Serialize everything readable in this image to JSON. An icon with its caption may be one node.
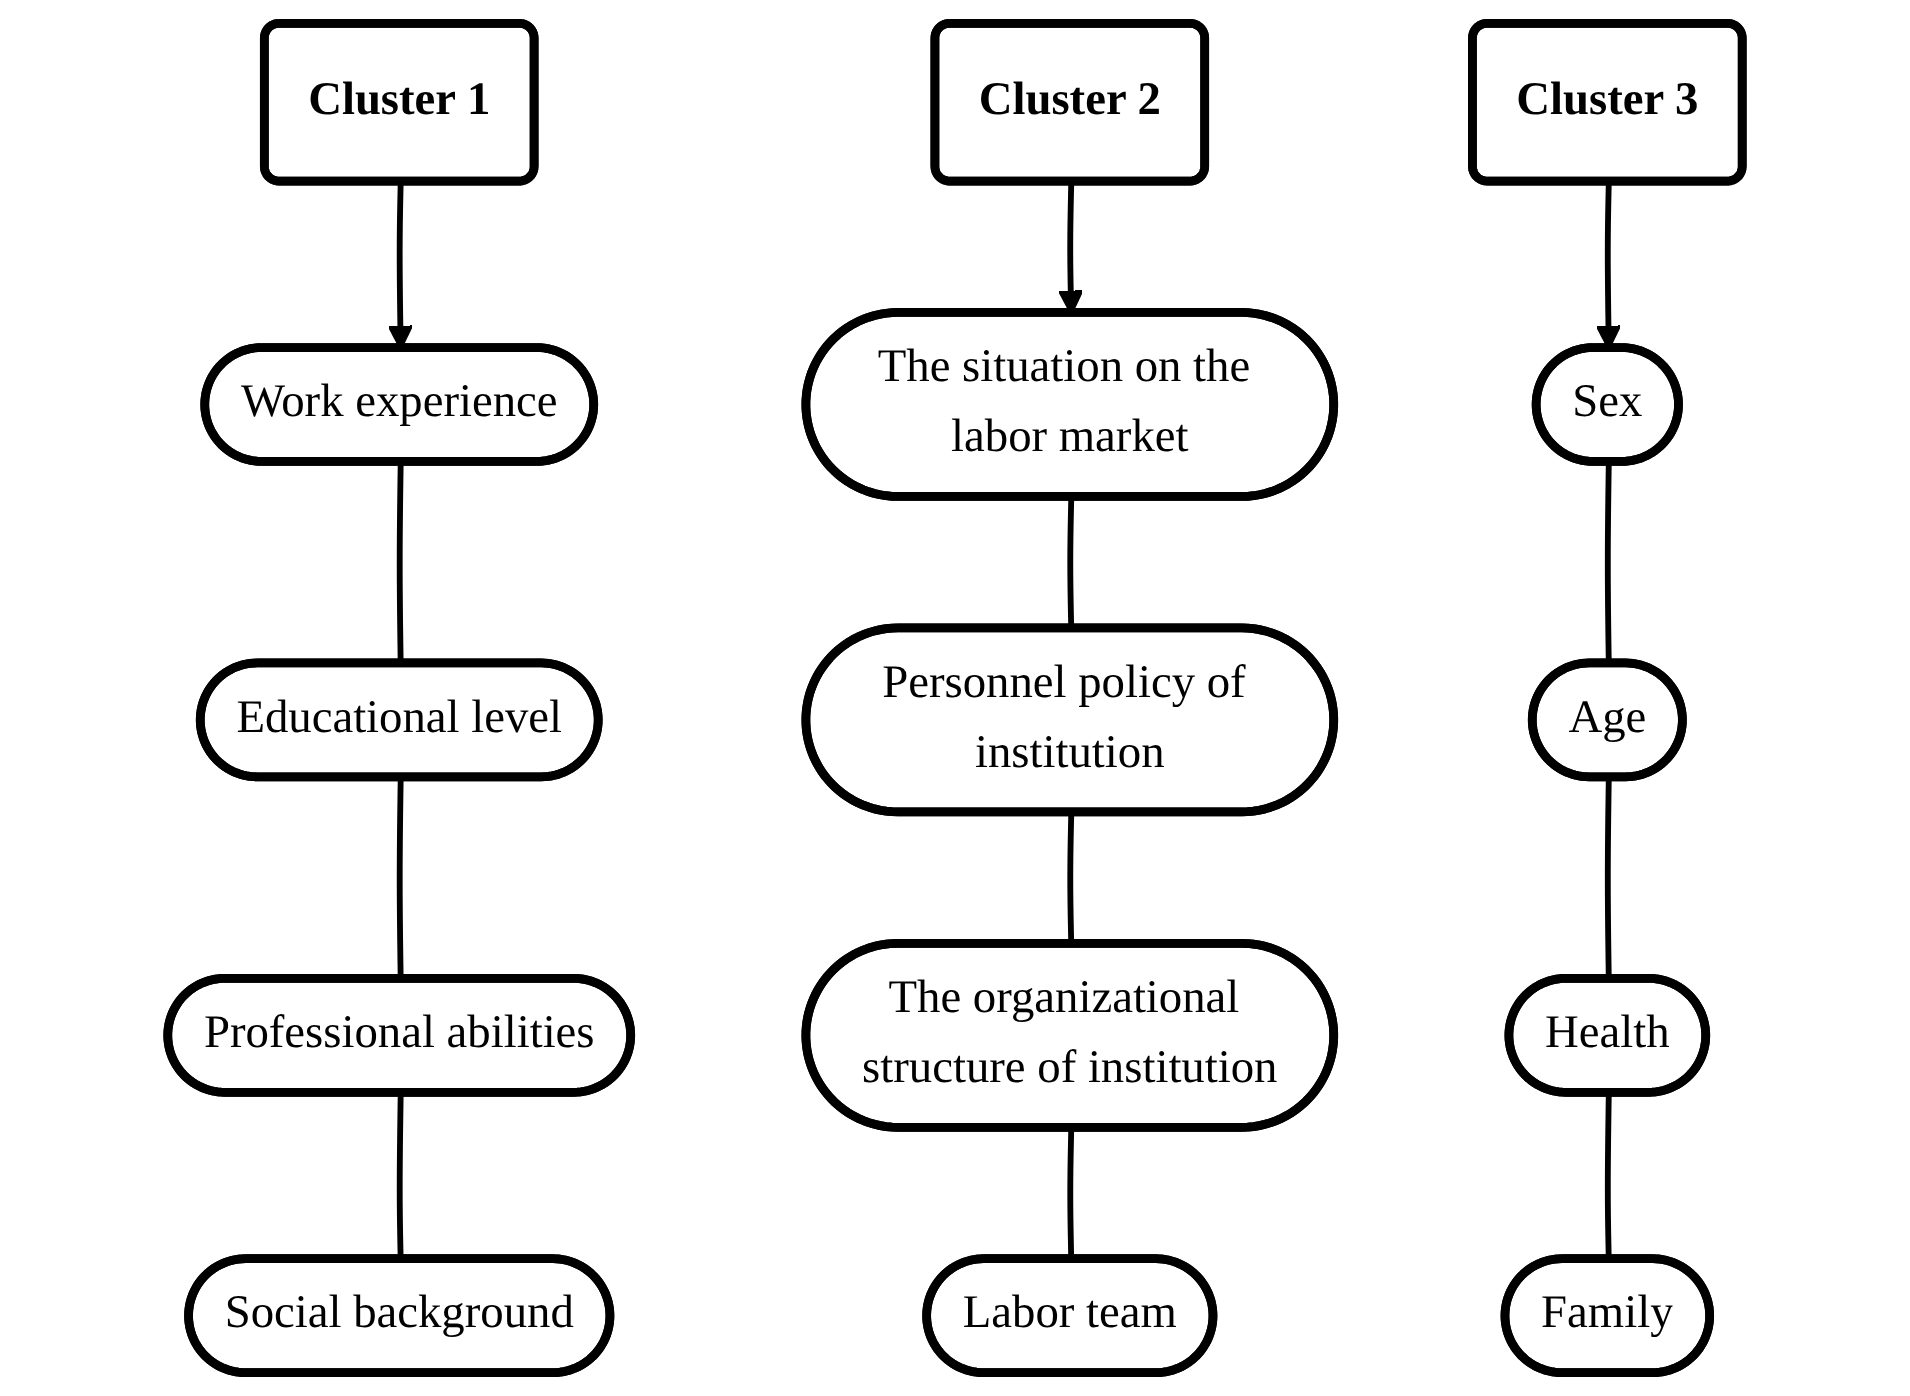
{
  "diagram": {
    "nodes": [
      {
        "text": [
          "Cluster 1"
        ]
      },
      {
        "text": [
          "Work experience"
        ]
      },
      {
        "text": [
          "Educational level"
        ]
      },
      {
        "text": [
          "Professional abilities"
        ]
      },
      {
        "text": [
          "Social background"
        ]
      },
      {
        "text": [
          "Cluster 2"
        ]
      },
      {
        "text": [
          "The situation on the labor market"
        ]
      },
      {
        "text": [
          "Personnel policy of institution"
        ]
      },
      {
        "text": [
          "The organizational structure of institution"
        ]
      },
      {
        "text": [
          "Labor team"
        ]
      },
      {
        "text": [
          "Cluster 3"
        ]
      },
      {
        "text": [
          "Sex"
        ]
      },
      {
        "text": [
          "Age"
        ]
      },
      {
        "text": [
          "Health"
        ]
      },
      {
        "text": [
          "Family"
        ]
      }
    ],
    "edges": [
      {
        "from": 0,
        "to": 1,
        "arrow": "to"
      },
      {
        "from": 1,
        "to": 2,
        "arrow": "none"
      },
      {
        "from": 2,
        "to": 3,
        "arrow": "none"
      },
      {
        "from": 3,
        "to": 4,
        "arrow": "none"
      },
      {
        "from": 5,
        "to": 6,
        "arrow": "to"
      },
      {
        "from": 6,
        "to": 7,
        "arrow": "none"
      },
      {
        "from": 7,
        "to": 8,
        "arrow": "none"
      },
      {
        "from": 8,
        "to": 9,
        "arrow": "none"
      },
      {
        "from": 10,
        "to": 11,
        "arrow": "to"
      },
      {
        "from": 11,
        "to": 12,
        "arrow": "none"
      },
      {
        "from": 12,
        "to": 13,
        "arrow": "none"
      },
      {
        "from": 13,
        "to": 14,
        "arrow": "none"
      }
    ]
  }
}
